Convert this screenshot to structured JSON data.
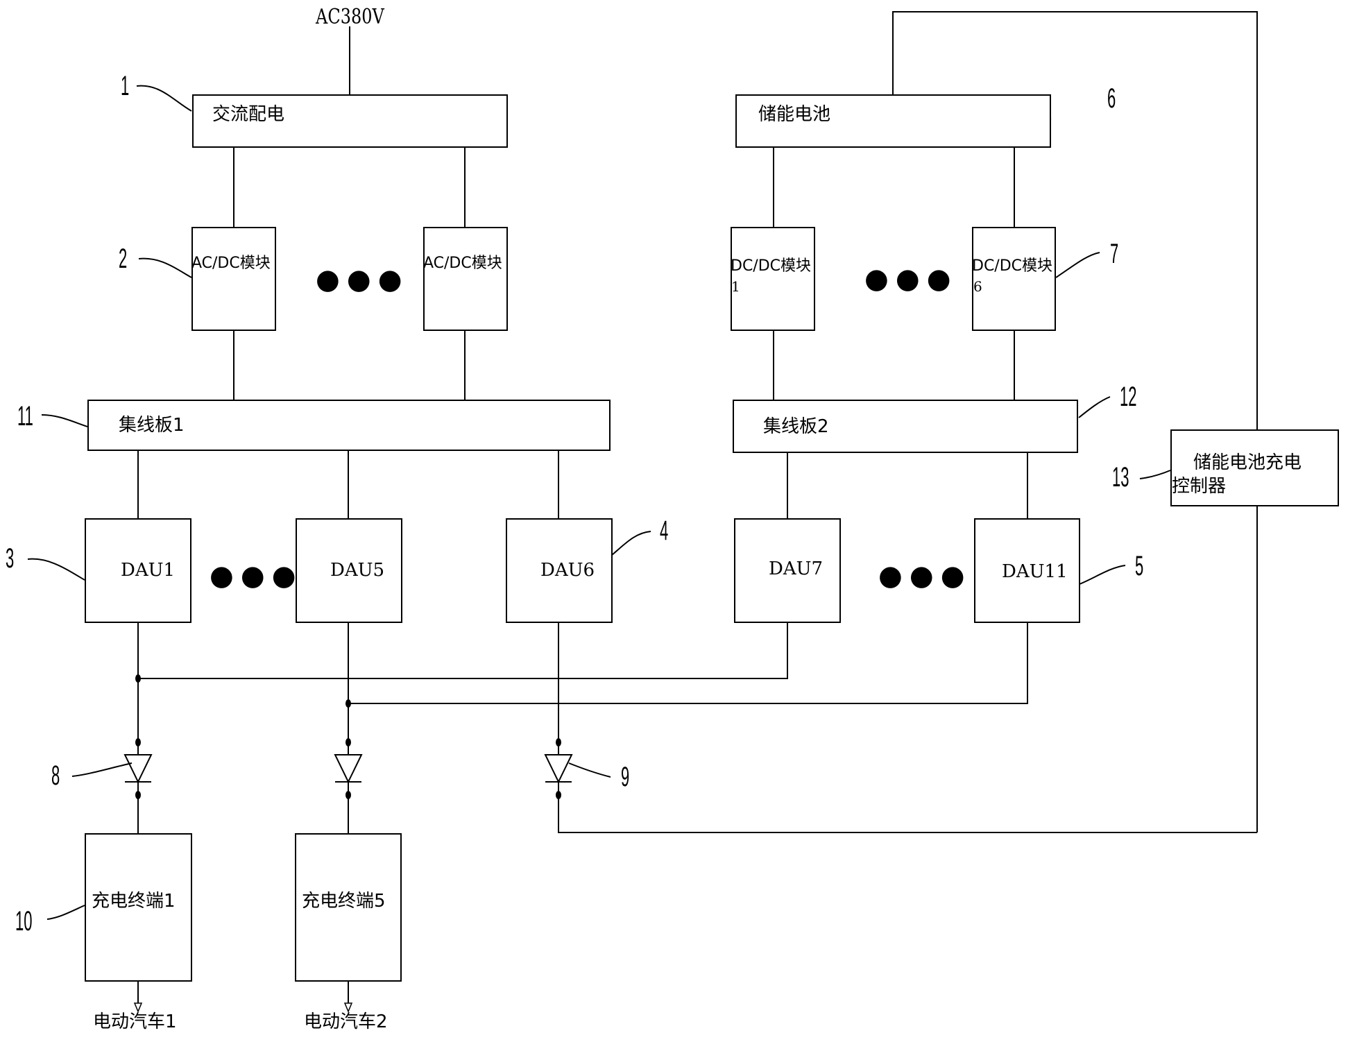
{
  "supply": {
    "label": "AC380V"
  },
  "blocks": {
    "ac_distribution": "交流配电",
    "acdc_module_first": "AC/DC模块",
    "acdc_module_last": "AC/DC模块",
    "storage_battery": "储能电池",
    "dcdc_module_first": "DC/DC模块",
    "dcdc_module_first_index": "1",
    "dcdc_module_last": "DC/DC模块",
    "dcdc_module_last_index": "6",
    "hub_board_1": "集线板1",
    "hub_board_2": "集线板2",
    "charge_controller_line1": "储能电池充电",
    "charge_controller_line2": "控制器",
    "dau1": "DAU1",
    "dau5": "DAU5",
    "dau6": "DAU6",
    "dau7": "DAU7",
    "dau11": "DAU11",
    "terminal1": "充电终端1",
    "terminal5": "充电终端5"
  },
  "outputs": {
    "ev1": "电动汽车1",
    "ev2": "电动汽车2"
  },
  "ellipsis": "●●●",
  "reference_numbers": {
    "r1": "1",
    "r2": "2",
    "r3": "3",
    "r4": "4",
    "r5": "5",
    "r6": "6",
    "r7": "7",
    "r8": "8",
    "r9": "9",
    "r10": "10",
    "r11": "11",
    "r12": "12",
    "r13": "13"
  }
}
